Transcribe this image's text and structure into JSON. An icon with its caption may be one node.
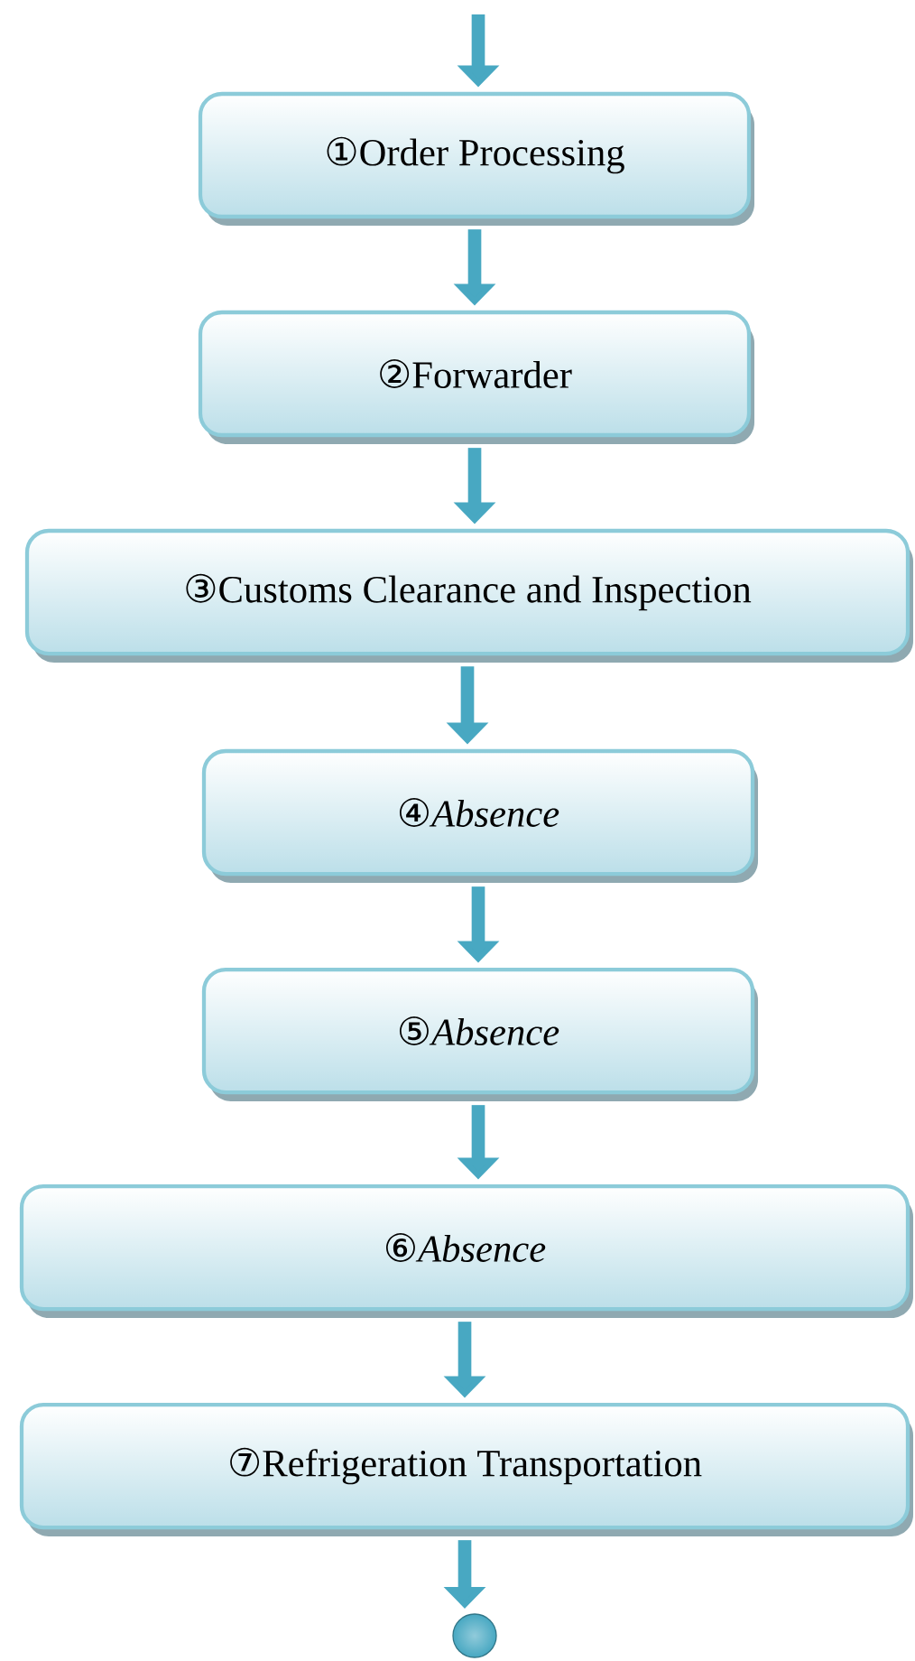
{
  "diagram": {
    "nodes": [
      {
        "text": [
          "①",
          "Order Processing"
        ]
      },
      {
        "text": [
          "②",
          "Forwarder"
        ]
      },
      {
        "text": [
          "③",
          "Customs Clearance and Inspection"
        ]
      },
      {
        "text": [
          "④",
          "*Absence*"
        ]
      },
      {
        "text": [
          "⑤",
          "*Absence*"
        ]
      },
      {
        "text": [
          "⑥",
          "*Absence*"
        ]
      },
      {
        "text": [
          "⑦",
          "Refrigeration Transportation"
        ]
      },
      {
        "text": [],
        "shape": "circle"
      }
    ],
    "edges": [
      {
        "from": null,
        "to": 0,
        "arrow": "to"
      },
      {
        "from": 0,
        "to": 1,
        "arrow": "to"
      },
      {
        "from": 1,
        "to": 2,
        "arrow": "to"
      },
      {
        "from": 2,
        "to": 3,
        "arrow": "to"
      },
      {
        "from": 3,
        "to": 4,
        "arrow": "to"
      },
      {
        "from": 4,
        "to": 5,
        "arrow": "to"
      },
      {
        "from": 5,
        "to": 6,
        "arrow": "to"
      },
      {
        "from": 6,
        "to": 7,
        "arrow": "to"
      }
    ]
  }
}
